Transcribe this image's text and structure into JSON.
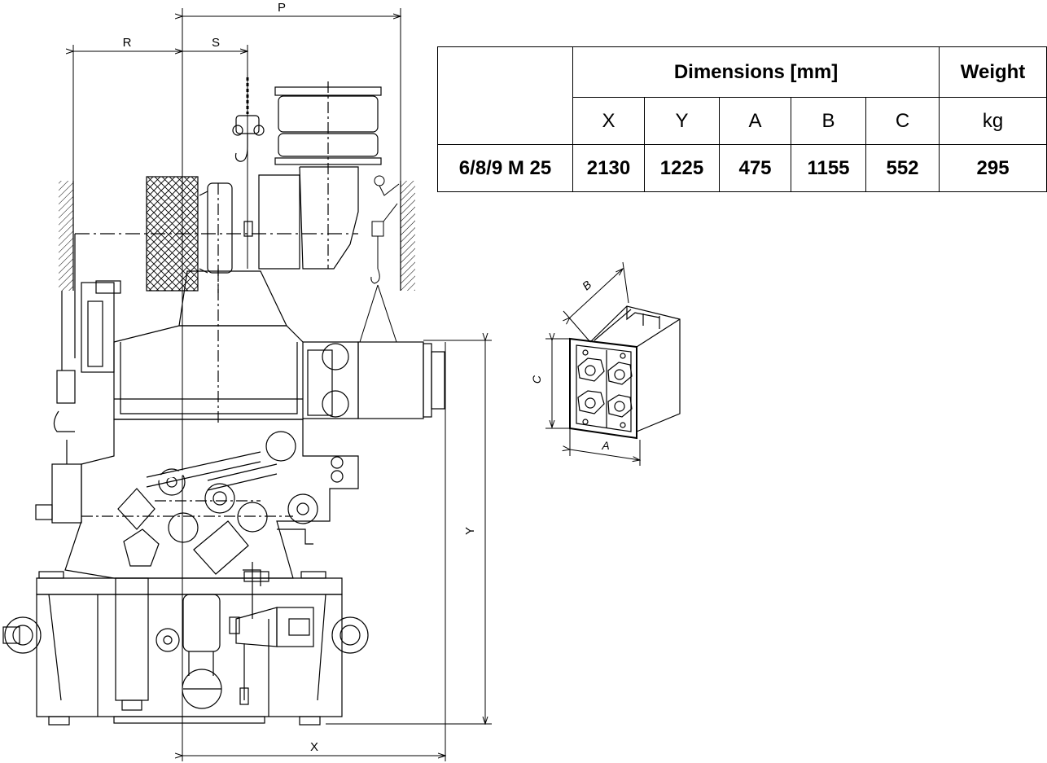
{
  "dimension_labels": {
    "P": "P",
    "R": "R",
    "S": "S",
    "X": "X",
    "Y": "Y"
  },
  "module_labels": {
    "A": "A",
    "B": "B",
    "C": "C"
  },
  "table": {
    "group_header": "Dimensions [mm]",
    "weight_header": "Weight",
    "columns": [
      "X",
      "Y",
      "A",
      "B",
      "C"
    ],
    "weight_unit": "kg",
    "rows": [
      {
        "model": "6/8/9 M 25",
        "values": [
          "2130",
          "1225",
          "475",
          "1155",
          "552"
        ],
        "weight": "295"
      }
    ]
  }
}
